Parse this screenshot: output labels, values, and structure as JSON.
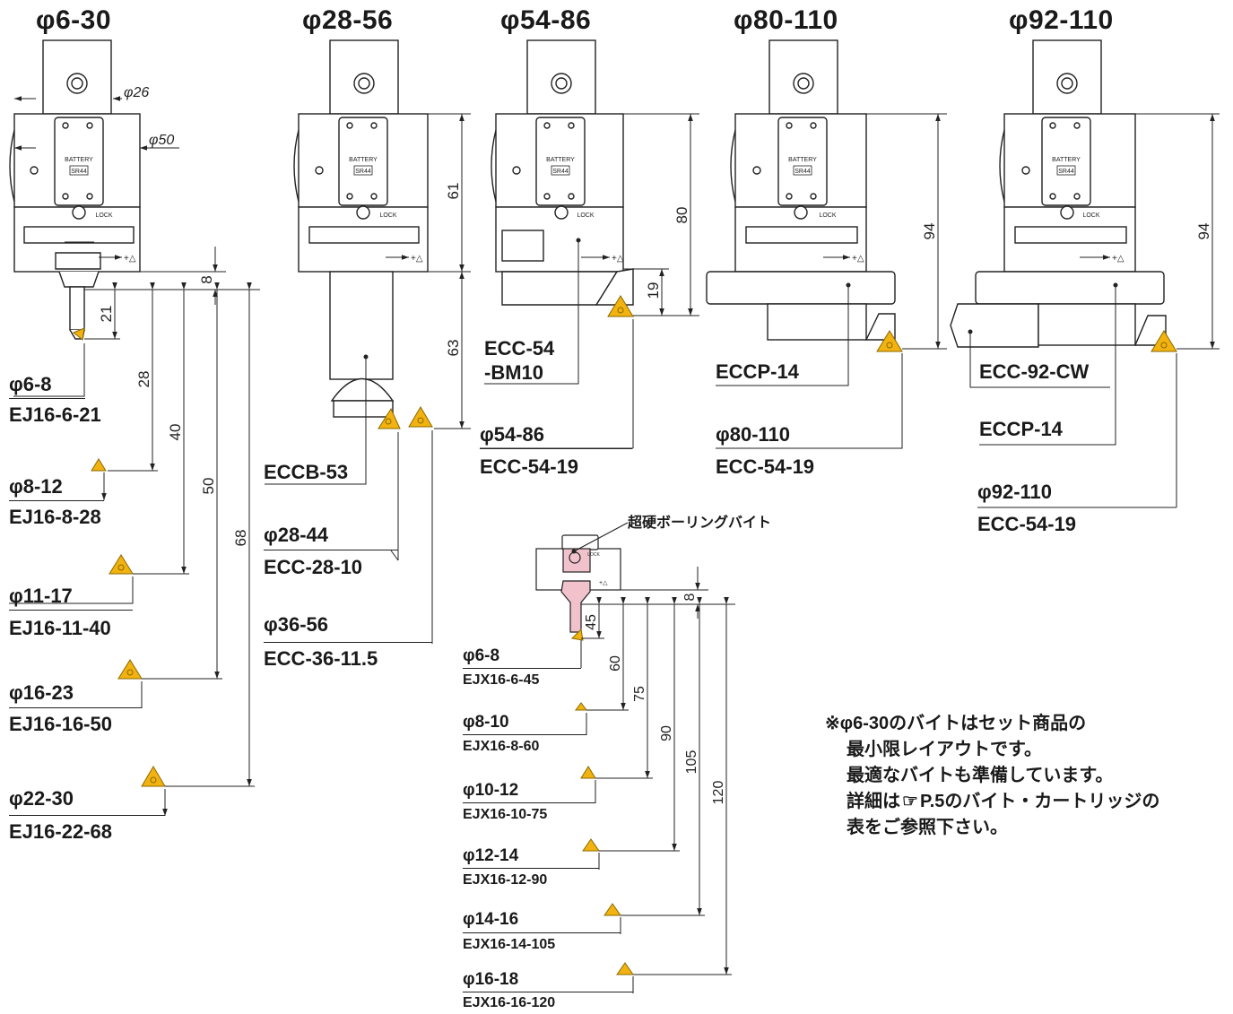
{
  "colors": {
    "insert": "#f2b20f",
    "insert_stroke": "#8a6a00",
    "highlight": "#f1c2cc",
    "line": "#222222",
    "body_fill": "#ffffff"
  },
  "headers": [
    "φ6-30",
    "φ28-56",
    "φ54-86",
    "φ80-110",
    "φ92-110"
  ],
  "head_text": {
    "battery": "BATTERY",
    "sr44": "SR44",
    "lock": "LOCK",
    "plus_delta": "+△"
  },
  "head_dims": {
    "phi26": "φ26",
    "phi50": "φ50"
  },
  "dimensions": {
    "d8": "8",
    "d21": "21",
    "d28": "28",
    "d40": "40",
    "d50": "50",
    "d68": "68",
    "d61": "61",
    "d63": "63",
    "d80": "80",
    "d19": "19",
    "d94a": "94",
    "d94b": "94",
    "s8": "8",
    "s45": "45",
    "s60": "60",
    "s75": "75",
    "s90": "90",
    "s105": "105",
    "s120": "120"
  },
  "left_column": [
    {
      "range": "φ6-8",
      "model": "EJ16-6-21"
    },
    {
      "range": "φ8-12",
      "model": "EJ16-8-28"
    },
    {
      "range": "φ11-17",
      "model": "EJ16-11-40"
    },
    {
      "range": "φ16-23",
      "model": "EJ16-16-50"
    },
    {
      "range": "φ22-30",
      "model": "EJ16-22-68"
    }
  ],
  "col2": {
    "shank": "ECCB-53",
    "items": [
      {
        "range": "φ28-44",
        "model": "ECC-28-10"
      },
      {
        "range": "φ36-56",
        "model": "ECC-36-11.5"
      }
    ]
  },
  "col3": {
    "holder_l1": "ECC-54",
    "holder_l2": "-BM10",
    "range": "φ54-86",
    "model": "ECC-54-19"
  },
  "col4": {
    "holder": "ECCP-14",
    "range": "φ80-110",
    "model": "ECC-54-19"
  },
  "col5": {
    "holder": "ECC-92-CW",
    "holder2": "ECCP-14",
    "range": "φ92-110",
    "model": "ECC-54-19"
  },
  "small_tool": {
    "title": "超硬ボーリングバイト",
    "items": [
      {
        "range": "φ6-8",
        "model": "EJX16-6-45"
      },
      {
        "range": "φ8-10",
        "model": "EJX16-8-60"
      },
      {
        "range": "φ10-12",
        "model": "EJX16-10-75"
      },
      {
        "range": "φ12-14",
        "model": "EJX16-12-90"
      },
      {
        "range": "φ14-16",
        "model": "EJX16-14-105"
      },
      {
        "range": "φ16-18",
        "model": "EJX16-16-120"
      }
    ]
  },
  "note": {
    "line1": "※φ6-30のバイトはセット商品の",
    "line2": "最小限レイアウトです。",
    "line3": "最適なバイトも準備しています。",
    "line4_pre": "詳細は",
    "line4_ptr": "☞",
    "line4_post": "P.5のバイト・カートリッジの",
    "line5": "表をご参照下さい。"
  }
}
